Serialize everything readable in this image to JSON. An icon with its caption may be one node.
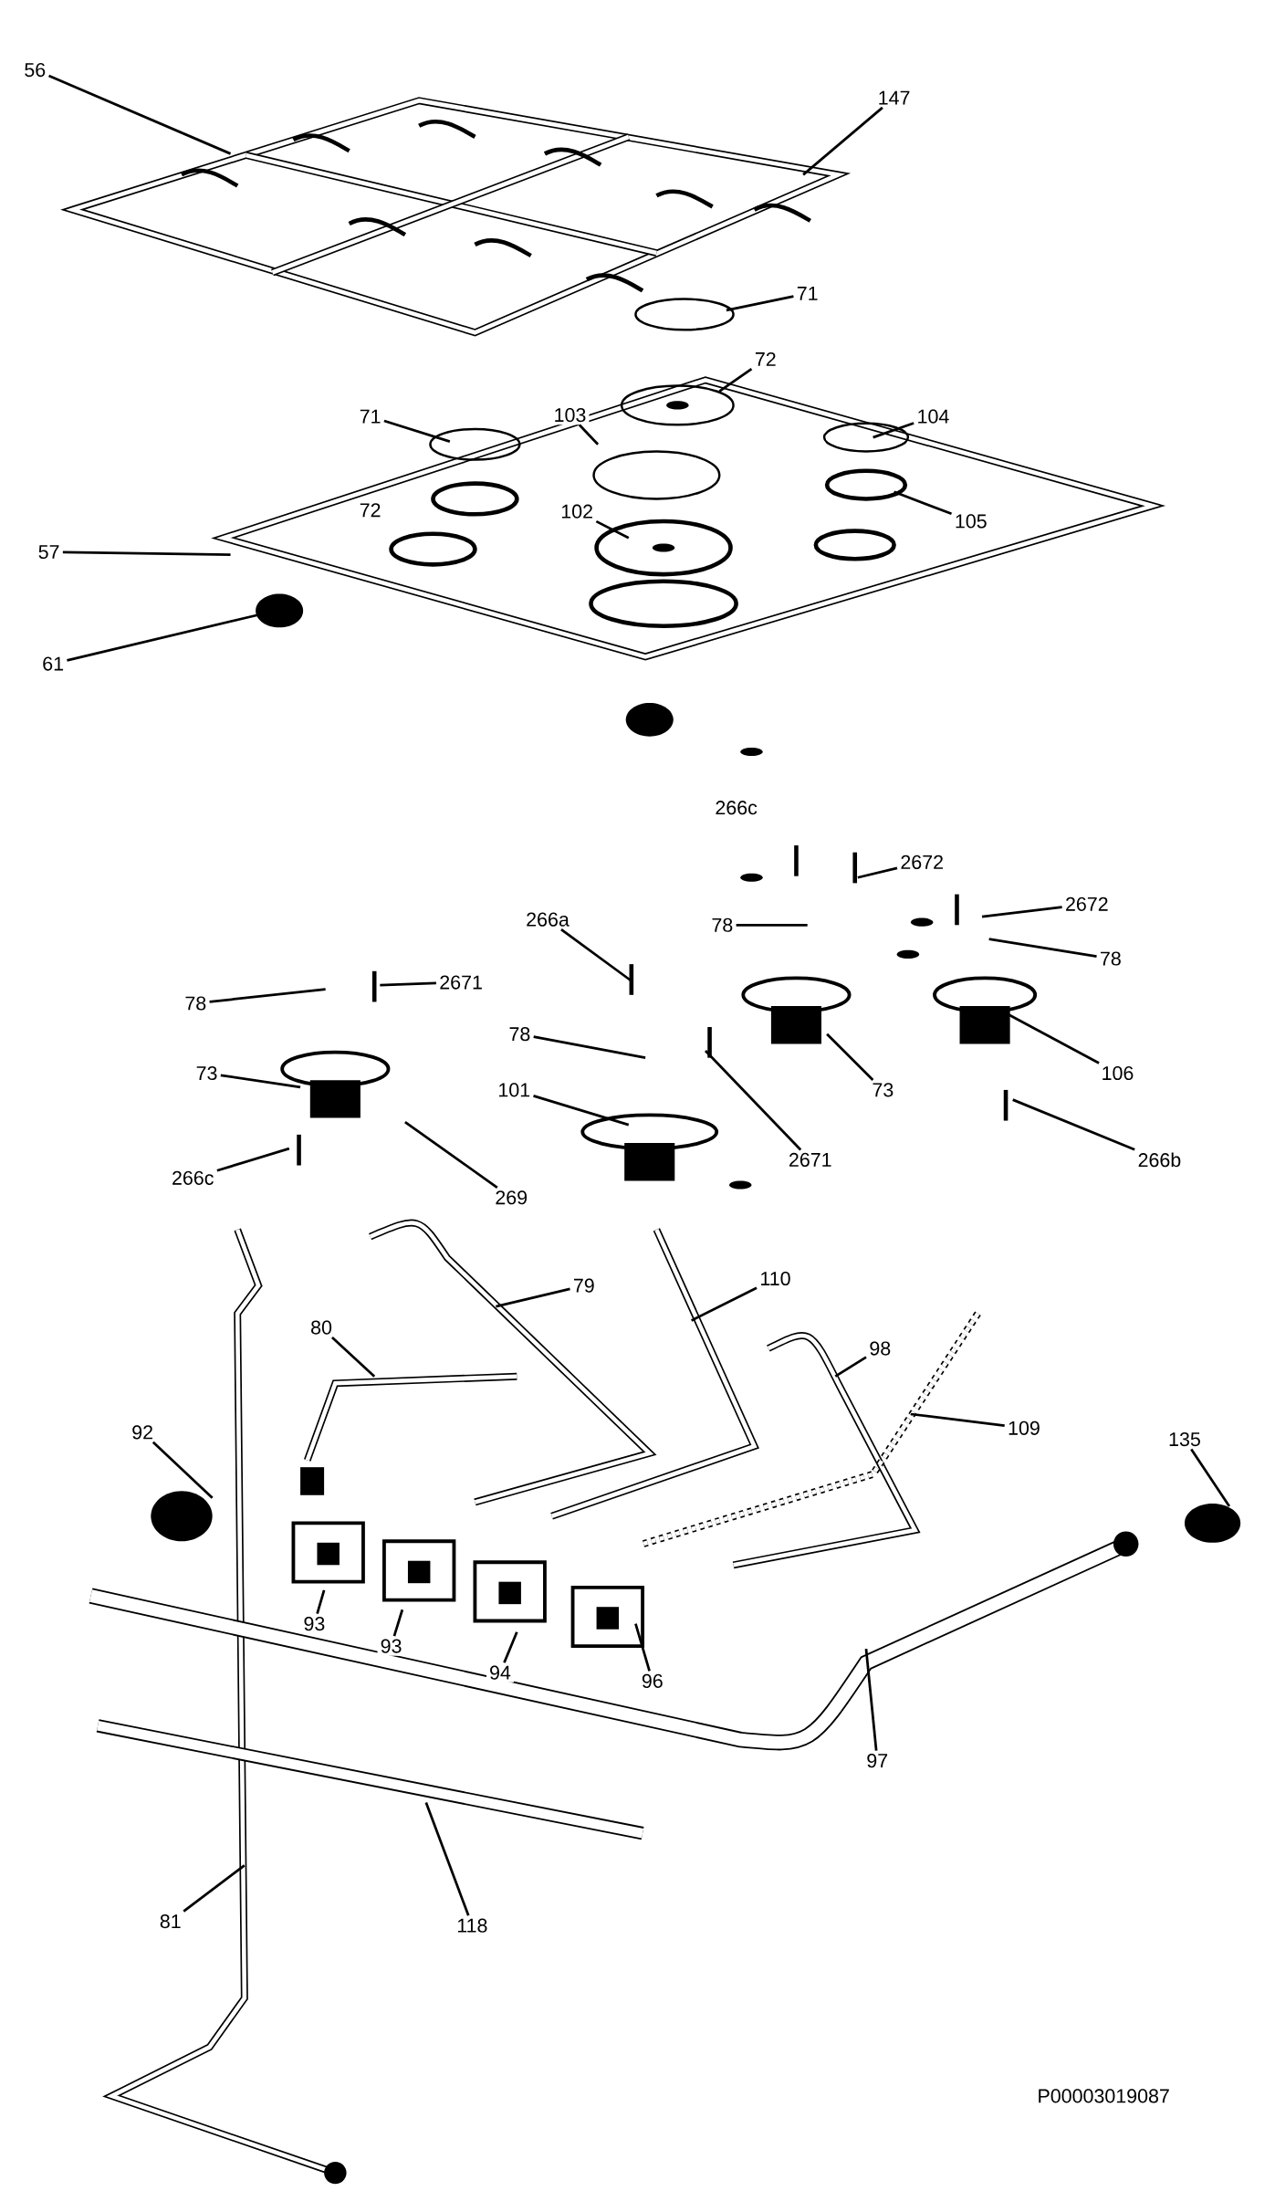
{
  "diagram": {
    "nodes": [
      {
        "text": [
          "56"
        ]
      },
      {
        "text": [
          "147"
        ]
      },
      {
        "text": [
          "71"
        ]
      },
      {
        "text": [
          "72"
        ]
      },
      {
        "text": [
          "71"
        ]
      },
      {
        "text": [
          "103"
        ]
      },
      {
        "text": [
          "104"
        ]
      },
      {
        "text": [
          "57"
        ]
      },
      {
        "text": [
          "102"
        ]
      },
      {
        "text": [
          "105"
        ]
      },
      {
        "text": [
          "61"
        ]
      },
      {
        "text": [
          "2672"
        ]
      },
      {
        "text": [
          "2672"
        ]
      },
      {
        "text": [
          "78"
        ]
      },
      {
        "text": [
          "78"
        ]
      },
      {
        "text": [
          "266a"
        ]
      },
      {
        "text": [
          "2671"
        ]
      },
      {
        "text": [
          "78"
        ]
      },
      {
        "text": [
          "78"
        ]
      },
      {
        "text": [
          "73"
        ]
      },
      {
        "text": [
          "101"
        ]
      },
      {
        "text": [
          "73"
        ]
      },
      {
        "text": [
          "106"
        ]
      },
      {
        "text": [
          "266c"
        ]
      },
      {
        "text": [
          "269"
        ]
      },
      {
        "text": [
          "2671"
        ]
      },
      {
        "text": [
          "266b"
        ]
      },
      {
        "text": [
          "79"
        ]
      },
      {
        "text": [
          "110"
        ]
      },
      {
        "text": [
          "80"
        ]
      },
      {
        "text": [
          "98"
        ]
      },
      {
        "text": [
          "109"
        ]
      },
      {
        "text": [
          "135"
        ]
      },
      {
        "text": [
          "92"
        ]
      },
      {
        "text": [
          "93"
        ]
      },
      {
        "text": [
          "93"
        ]
      },
      {
        "text": [
          "94"
        ]
      },
      {
        "text": [
          "96"
        ]
      },
      {
        "text": [
          "97"
        ]
      },
      {
        "text": [
          "81"
        ]
      },
      {
        "text": [
          "118"
        ]
      }
    ],
    "edges": [
      {
        "from": 0,
        "to": null,
        "arrow": "none"
      },
      {
        "from": 1,
        "to": null,
        "arrow": "none"
      },
      {
        "from": 2,
        "to": null,
        "arrow": "none"
      },
      {
        "from": 3,
        "to": null,
        "arrow": "none"
      },
      {
        "from": 4,
        "to": null,
        "arrow": "none"
      },
      {
        "from": 5,
        "to": null,
        "arrow": "none"
      },
      {
        "from": 6,
        "to": null,
        "arrow": "none"
      },
      {
        "from": 7,
        "to": null,
        "arrow": "none"
      },
      {
        "from": 8,
        "to": null,
        "arrow": "none"
      },
      {
        "from": 9,
        "to": null,
        "arrow": "none"
      },
      {
        "from": 10,
        "to": null,
        "arrow": "none"
      },
      {
        "from": 11,
        "to": null,
        "arrow": "none"
      },
      {
        "from": 12,
        "to": null,
        "arrow": "none"
      },
      {
        "from": 13,
        "to": null,
        "arrow": "none"
      },
      {
        "from": 14,
        "to": null,
        "arrow": "none"
      },
      {
        "from": 15,
        "to": null,
        "arrow": "none"
      },
      {
        "from": 16,
        "to": null,
        "arrow": "none"
      },
      {
        "from": 17,
        "to": null,
        "arrow": "none"
      },
      {
        "from": 18,
        "to": null,
        "arrow": "none"
      },
      {
        "from": 19,
        "to": null,
        "arrow": "none"
      },
      {
        "from": 20,
        "to": null,
        "arrow": "none"
      },
      {
        "from": 21,
        "to": null,
        "arrow": "none"
      },
      {
        "from": 22,
        "to": null,
        "arrow": "none"
      },
      {
        "from": 23,
        "to": null,
        "arrow": "none"
      },
      {
        "from": 24,
        "to": null,
        "arrow": "none"
      },
      {
        "from": 25,
        "to": null,
        "arrow": "none"
      },
      {
        "from": 26,
        "to": null,
        "arrow": "none"
      },
      {
        "from": 27,
        "to": null,
        "arrow": "none"
      },
      {
        "from": 28,
        "to": null,
        "arrow": "none"
      },
      {
        "from": 29,
        "to": null,
        "arrow": "none"
      },
      {
        "from": 30,
        "to": null,
        "arrow": "none"
      },
      {
        "from": 31,
        "to": null,
        "arrow": "none"
      },
      {
        "from": 32,
        "to": null,
        "arrow": "none"
      },
      {
        "from": 33,
        "to": null,
        "arrow": "none"
      },
      {
        "from": 34,
        "to": null,
        "arrow": "none"
      },
      {
        "from": 35,
        "to": null,
        "arrow": "none"
      },
      {
        "from": 36,
        "to": null,
        "arrow": "none"
      },
      {
        "from": 37,
        "to": null,
        "arrow": "none"
      },
      {
        "from": 38,
        "to": null,
        "arrow": "none"
      },
      {
        "from": 39,
        "to": null,
        "arrow": "none"
      },
      {
        "from": 40,
        "to": null,
        "arrow": "none"
      }
    ],
    "labels": [
      "72",
      "266c",
      "P00003019087"
    ]
  }
}
